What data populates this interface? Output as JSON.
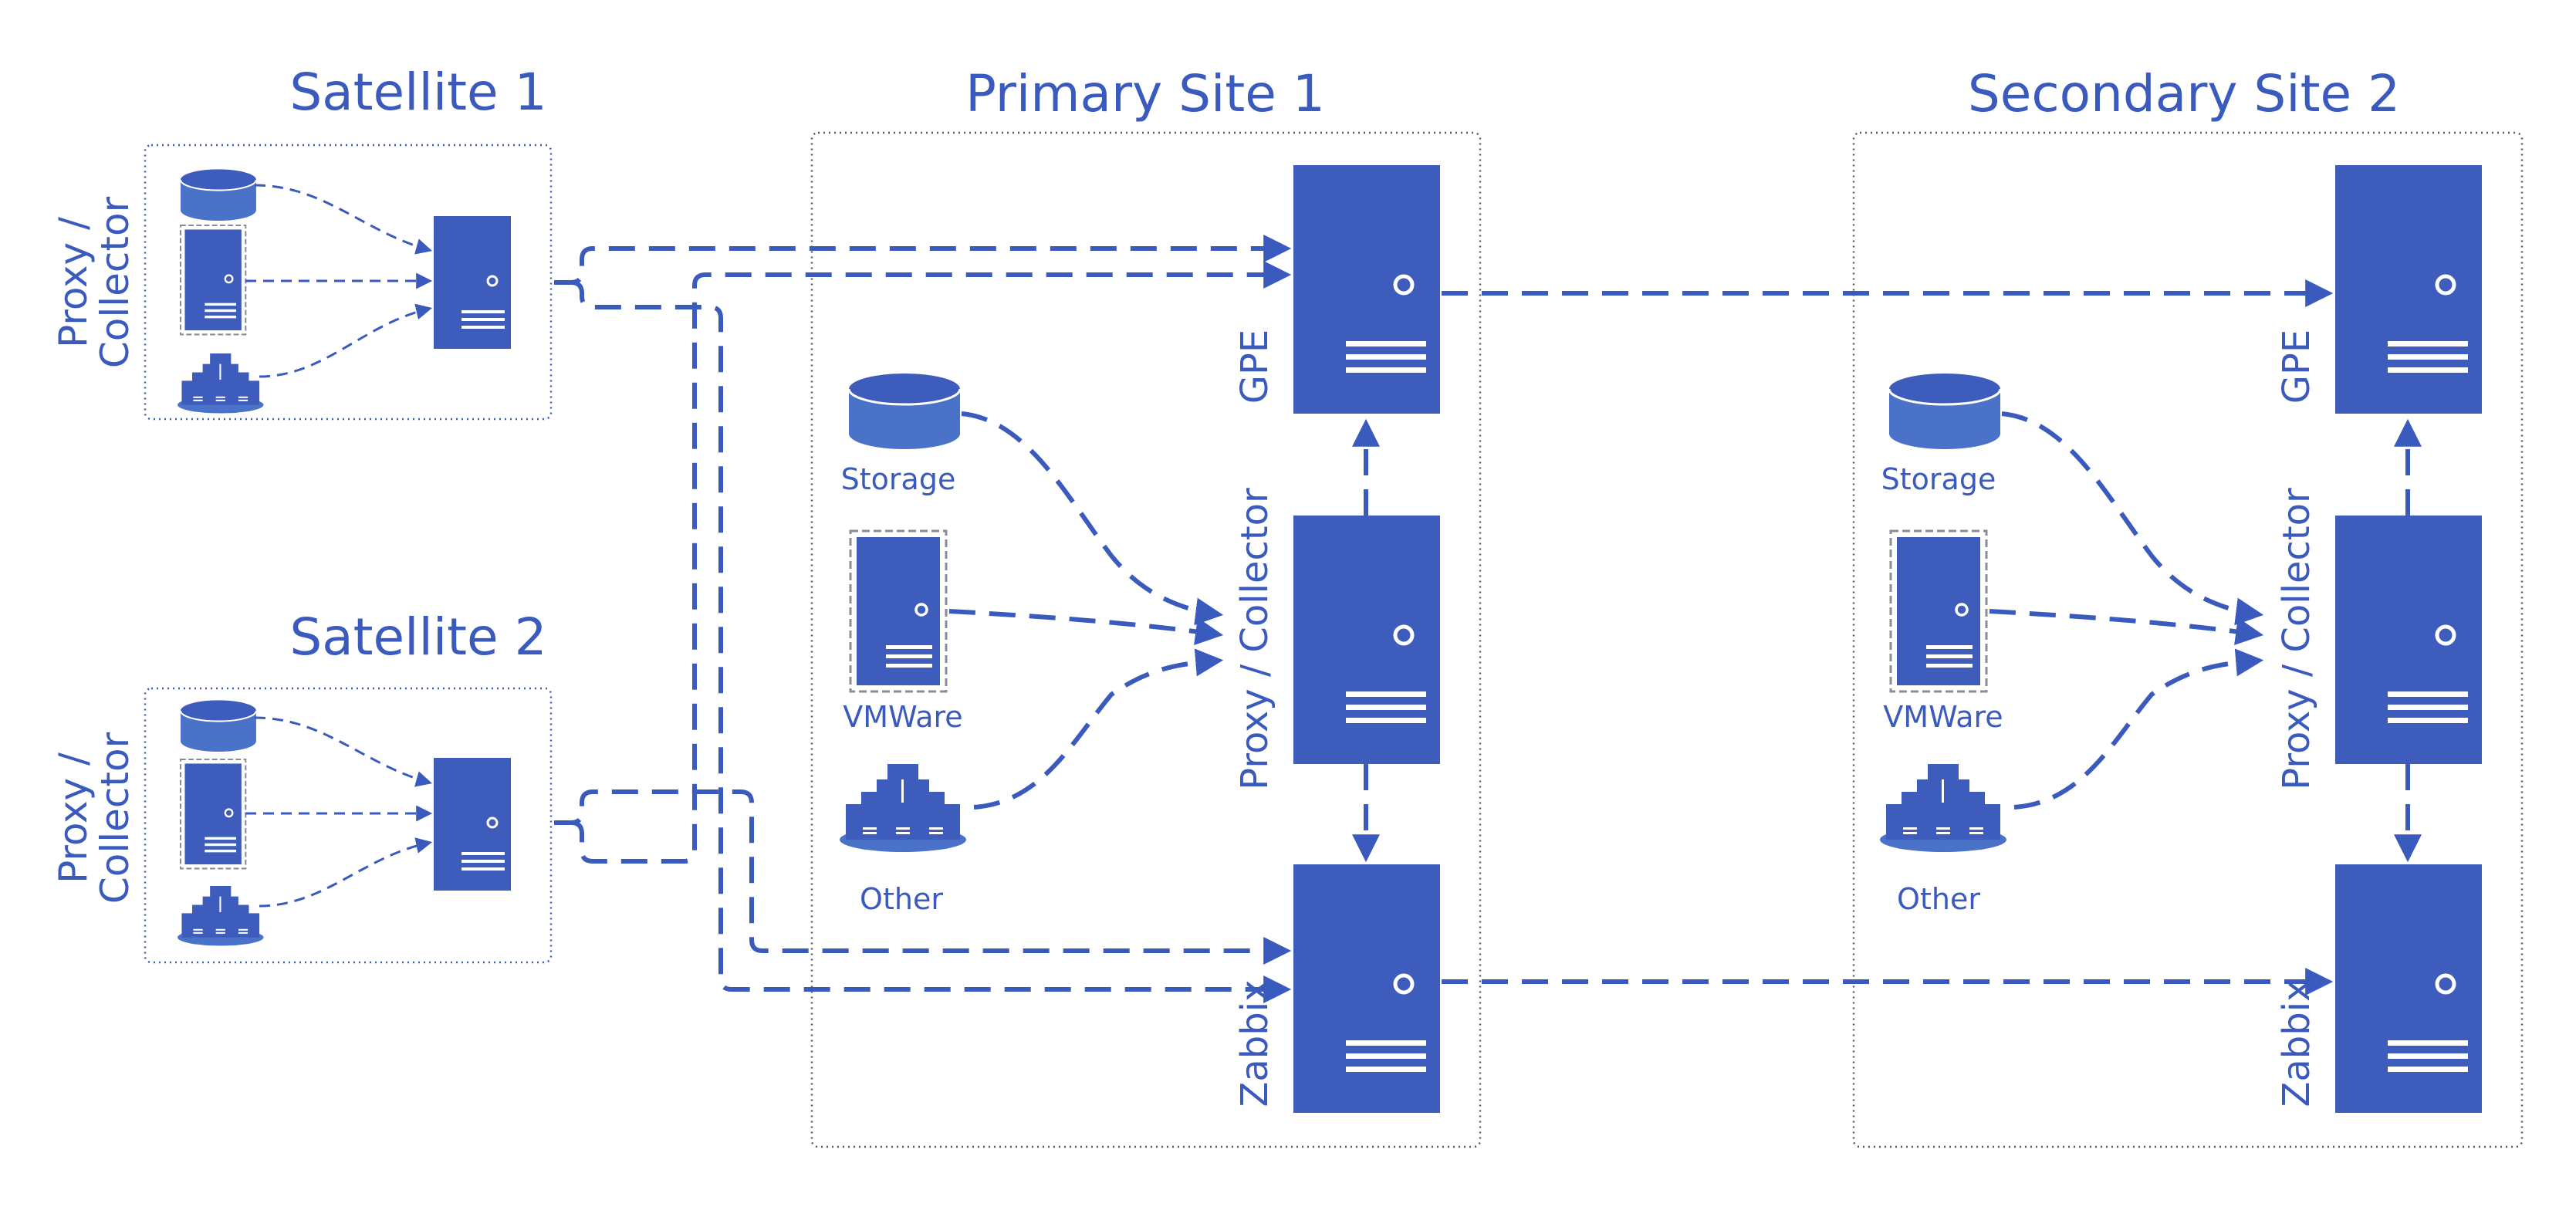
{
  "sites": {
    "satellite1": {
      "title": "Satellite 1",
      "role": [
        "Proxy /",
        "Collector"
      ]
    },
    "satellite2": {
      "title": "Satellite 2",
      "role": [
        "Proxy /",
        "Collector"
      ]
    },
    "primary": {
      "title": "Primary Site 1",
      "servers": {
        "gpe": "GPE",
        "proxy": "Proxy / Collector",
        "zabbix": "Zabbix"
      },
      "sources": {
        "storage": "Storage",
        "vmware": "VMWare",
        "other": "Other"
      }
    },
    "secondary": {
      "title": "Secondary Site 2",
      "servers": {
        "gpe": "GPE",
        "proxy": "Proxy / Collector",
        "zabbix": "Zabbix"
      },
      "sources": {
        "storage": "Storage",
        "vmware": "VMWare",
        "other": "Other"
      }
    }
  },
  "colors": {
    "primary": "#3a5bbd",
    "fill": "#3d5cbc",
    "light": "#4a72c8",
    "box_border": "#555a66"
  },
  "icons": [
    "database-icon",
    "vmware-server-icon",
    "network-device-icon",
    "server-icon"
  ]
}
